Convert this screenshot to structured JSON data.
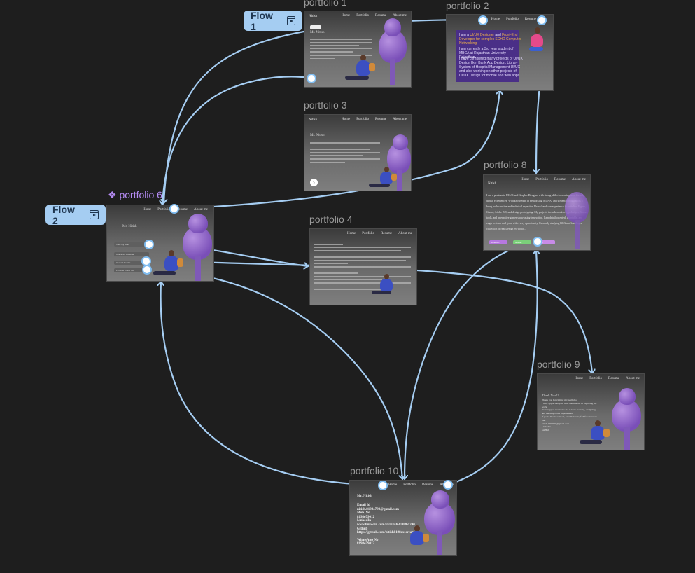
{
  "canvas": {
    "background": "#1e1e1e",
    "connector_color": "#a5cdf2",
    "component_color": "#b48bf2"
  },
  "flows": [
    {
      "label": "Flow 1",
      "icon": "play-flow-icon"
    },
    {
      "label": "Flow 2",
      "icon": "play-flow-icon"
    }
  ],
  "frames": {
    "p1": {
      "label": "portfolio 1",
      "brand": "Nitish",
      "nav": [
        "Home",
        "Portfolio",
        "Resume",
        "About me"
      ],
      "heading": "Mr. Nitish"
    },
    "p2": {
      "label": "portfolio 2",
      "nav": [
        "Home",
        "Portfolio",
        "Resume"
      ],
      "text1a": "I am a ",
      "text1b": "UI/UX Designer",
      "text1c": " and ",
      "text1d": "Front-End Developer",
      "text1e": " for complex SCHD Computer Networking",
      "text2": "I am currently a 3rd year student of MBCA at Rajasthan University Rajasthan.",
      "text3": "I have completed many projects of UI/UX Design like: Bank App Design, Library System of Hospital Management UI/UX and also working on other projects of UI/UX Design for mobile and web apps."
    },
    "p3": {
      "label": "portfolio 3",
      "brand": "Nitish",
      "nav": [
        "Home",
        "Portfolio",
        "Resume",
        "About me"
      ],
      "heading": "Mr. Nitish"
    },
    "p4": {
      "label": "portfolio 4",
      "nav": [
        "Home",
        "Portfolio",
        "Resume",
        "About me"
      ]
    },
    "p6": {
      "label": "portfolio 6",
      "nav": [
        "Home",
        "Portfolio",
        "Resume",
        "About me"
      ],
      "heading": "Mr. Nitish",
      "buttons": [
        "View My Work",
        "Check My Resume",
        "Contact Details",
        "Finish & Thank You"
      ]
    },
    "p8": {
      "label": "portfolio 8",
      "brand": "Nitish",
      "nav": [
        "Home",
        "Portfolio",
        "Resume",
        "About me"
      ],
      "body": "I am a passionate UI/UX and Graphic Designer with strong skills in creating user-friendly digital experiences. With knowledge of networking (CCNA) and system configuration, I bring both creative and technical expertise. I have hands-on experience in tools like Figma, Canva, Adobe XD, and design prototyping. My projects include modern app designs, finance tools, and interactive games showcasing innovation. I am detail-oriented, adaptable, and eager to learn and grow with every opportunity. Currently studying BCA and building a collection of real Design Portfolio ...",
      "links": [
        "LinkedIn",
        "GitHub",
        "Mail"
      ]
    },
    "p9": {
      "label": "portfolio 9",
      "nav": [
        "Home",
        "Portfolio",
        "Resume",
        "About me"
      ],
      "thank": "Thank You !!",
      "lines": [
        "Thank you for visiting my portfolio!",
        "I truly appreciate your time and interest in exploring my work.",
        "Your support motivates me to keep learning, designing, and building better experiences.",
        "If you'd like to connect, or collaborate, feel free to reach out.",
        "nitish.1098790@gmail.com",
        "LinkedIn",
        "GitHub"
      ]
    },
    "p10": {
      "label": "portfolio 10",
      "nav": [
        "Home",
        "Portfolio",
        "Resume",
        "About me"
      ],
      "heading": "Mr. Nitish",
      "contacts": [
        "Email Id",
        "nitish.8198o790@gmail.com",
        "Mob. No",
        "8198o79012",
        "LinkedIn",
        "www.linkedin.com/in/nitish-8a08b1240",
        "Github",
        "https://github.com/nitish8198ox-create",
        "",
        "WhatsApp No",
        "8198o79012"
      ]
    }
  }
}
